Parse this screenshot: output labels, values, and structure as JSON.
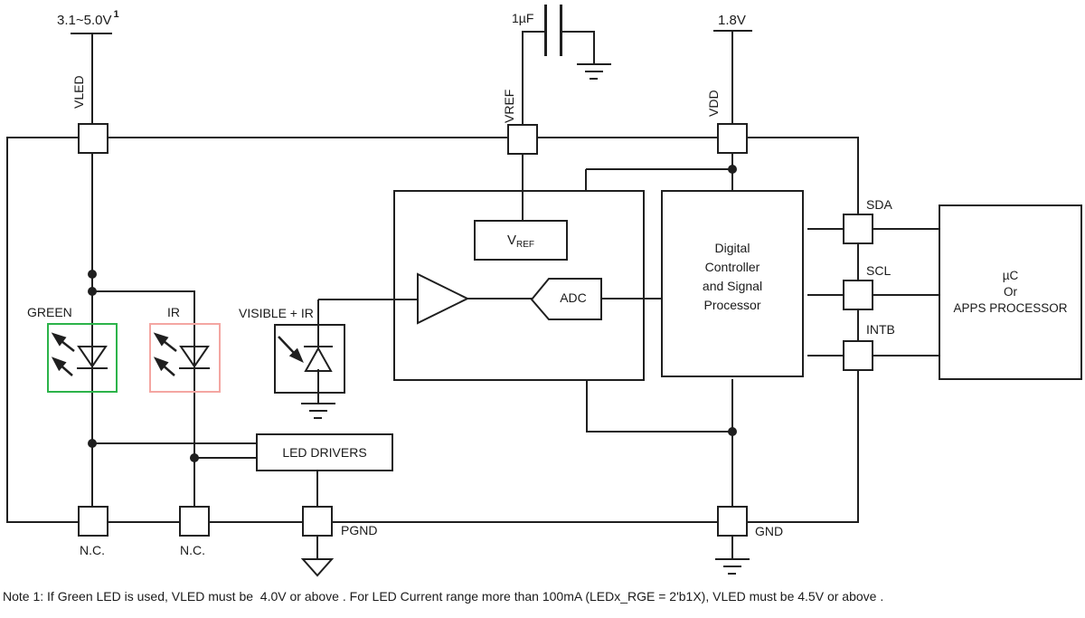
{
  "colors": {
    "line": "#1f1f1f",
    "green_box": "#2cb34a",
    "ir_box": "#f4a6a2"
  },
  "supplies": {
    "vled_rail": "3.1~5.0V",
    "vled_note_ref": "1",
    "vdd_rail": "1.8V",
    "vref_cap": "1µF"
  },
  "pins": {
    "vled": "VLED",
    "vref": "VREF",
    "vdd": "VDD",
    "sda": "SDA",
    "scl": "SCL",
    "intb": "INTB",
    "nc_left": "N.C.",
    "nc_right": "N.C.",
    "pgnd": "PGND",
    "gnd": "GND"
  },
  "components": {
    "green_led_label": "GREEN",
    "ir_led_label": "IR",
    "photodiode_label": "VISIBLE + IR",
    "led_drivers": "LED DRIVERS",
    "vref_block_main": "V",
    "vref_block_sub": "REF",
    "adc": "ADC",
    "digital_controller": [
      "Digital",
      "Controller",
      "and Signal",
      "Processor"
    ],
    "processor": [
      "µC",
      "Or",
      "APPS PROCESSOR"
    ]
  },
  "note": "Note 1: If Green LED is used, VLED must be  4.0V or above . For LED Current range more than 100mA (LEDx_RGE = 2'b1X), VLED must be 4.5V or above ."
}
